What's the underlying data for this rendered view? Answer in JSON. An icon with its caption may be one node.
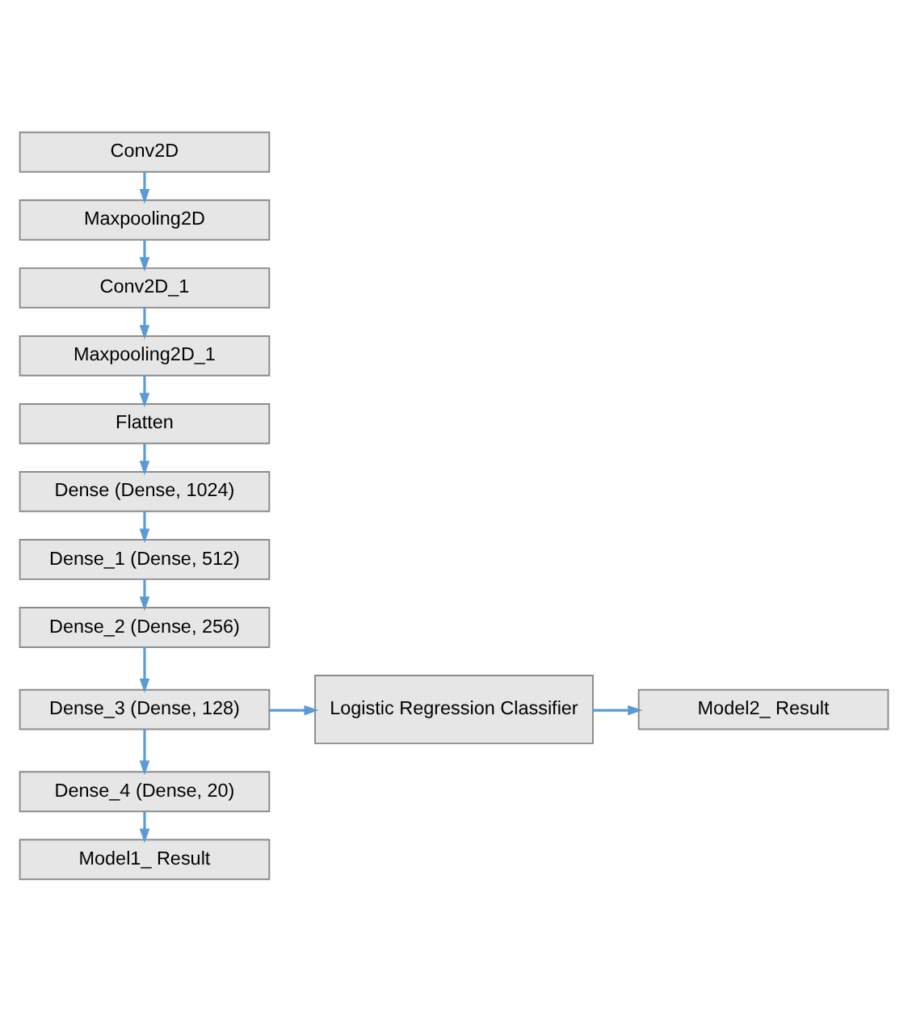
{
  "diagram": {
    "nodes": [
      {
        "text": [
          "Conv2D"
        ]
      },
      {
        "text": [
          "Maxpooling2D"
        ]
      },
      {
        "text": [
          "Conv2D_1"
        ]
      },
      {
        "text": [
          "Maxpooling2D_1"
        ]
      },
      {
        "text": [
          "Flatten"
        ]
      },
      {
        "text": [
          "Dense (Dense, 1024)"
        ]
      },
      {
        "text": [
          "Dense_1 (Dense, 512)"
        ]
      },
      {
        "text": [
          "Dense_2 (Dense, 256)"
        ]
      },
      {
        "text": [
          "Dense_3 (Dense, 128)"
        ]
      },
      {
        "text": [
          "Logistic Regression Classifier"
        ]
      },
      {
        "text": [
          "Model2_ Result"
        ]
      },
      {
        "text": [
          "Dense_4 (Dense, 20)"
        ]
      },
      {
        "text": [
          "Model1_ Result"
        ]
      }
    ],
    "edges": [
      {
        "from": 0,
        "to": 1,
        "arrow": "to"
      },
      {
        "from": 1,
        "to": 2,
        "arrow": "to"
      },
      {
        "from": 2,
        "to": 3,
        "arrow": "to"
      },
      {
        "from": 3,
        "to": 4,
        "arrow": "to"
      },
      {
        "from": 4,
        "to": 5,
        "arrow": "to"
      },
      {
        "from": 5,
        "to": 6,
        "arrow": "to"
      },
      {
        "from": 6,
        "to": 7,
        "arrow": "to"
      },
      {
        "from": 7,
        "to": 8,
        "arrow": "to"
      },
      {
        "from": 8,
        "to": 9,
        "arrow": "to"
      },
      {
        "from": 9,
        "to": 10,
        "arrow": "to"
      },
      {
        "from": 8,
        "to": 11,
        "arrow": "to"
      },
      {
        "from": 11,
        "to": 12,
        "arrow": "to"
      }
    ]
  }
}
